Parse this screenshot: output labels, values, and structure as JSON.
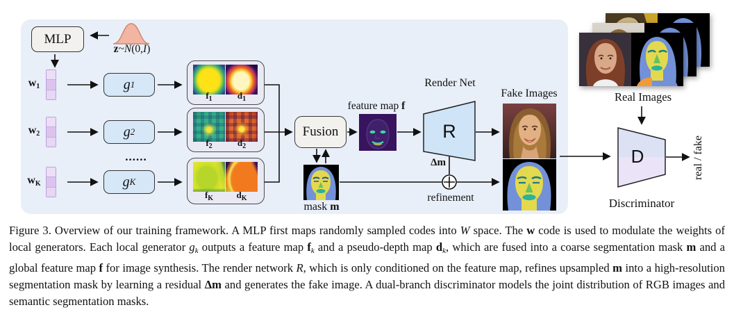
{
  "figure": {
    "mlp": "MLP",
    "z_dist": {
      "bold": "z",
      "tilde": "~",
      "dist": "N",
      "pre": "(0,",
      "ital": "I",
      "post": ")"
    },
    "dots": "......",
    "rows": [
      {
        "w_base": "w",
        "w_sub": "1",
        "g_base": "g",
        "g_sub": "1",
        "f_base": "f",
        "f_sub": "1",
        "d_base": "d",
        "d_sub": "1"
      },
      {
        "w_base": "w",
        "w_sub": "2",
        "g_base": "g",
        "g_sub": "2",
        "f_base": "f",
        "f_sub": "2",
        "d_base": "d",
        "d_sub": "2"
      },
      {
        "w_base": "w",
        "w_sub": "K",
        "g_base": "g",
        "g_sub": "K",
        "f_base": "f",
        "f_sub": "K",
        "d_base": "d",
        "d_sub": "K"
      }
    ],
    "fusion": "Fusion",
    "feature_map_label": {
      "text": "feature map ",
      "bold": "f"
    },
    "mask_label": {
      "text": "mask ",
      "bold": "m"
    },
    "render_net": "Render Net",
    "r_letter": "R",
    "delta_m": "Δm",
    "refinement": "refinement",
    "fake_images": "Fake Images",
    "real_images": "Real Images",
    "d_letter": "D",
    "discriminator": "Discriminator",
    "real_fake": "real / fake"
  },
  "caption": {
    "segments": [
      {
        "s": "r",
        "t": "Figure 3. Overview of our training framework. A MLP first maps randomly sampled codes into "
      },
      {
        "s": "i",
        "t": "W"
      },
      {
        "s": "r",
        "t": " space. The "
      },
      {
        "s": "b",
        "t": "w"
      },
      {
        "s": "r",
        "t": " code is used to modulate the weights of local generators. Each local generator "
      },
      {
        "s": "i",
        "t": "g"
      },
      {
        "s": "is",
        "t": "k"
      },
      {
        "s": "r",
        "t": " outputs a feature map "
      },
      {
        "s": "b",
        "t": "f"
      },
      {
        "s": "is",
        "t": "k"
      },
      {
        "s": "r",
        "t": " and a pseudo-depth map "
      },
      {
        "s": "b",
        "t": "d"
      },
      {
        "s": "is",
        "t": "k"
      },
      {
        "s": "r",
        "t": ", which are fused into a coarse segmentation mask "
      },
      {
        "s": "b",
        "t": "m"
      },
      {
        "s": "r",
        "t": " and a global feature map "
      },
      {
        "s": "b",
        "t": "f"
      },
      {
        "s": "r",
        "t": " for image synthesis. The render network "
      },
      {
        "s": "i",
        "t": "R"
      },
      {
        "s": "r",
        "t": ", which is only conditioned on the feature map, refines upsampled "
      },
      {
        "s": "b",
        "t": "m"
      },
      {
        "s": "r",
        "t": " into a high-resolution segmentation mask by learning a residual "
      },
      {
        "s": "b",
        "t": "Δm"
      },
      {
        "s": "r",
        "t": " and generates the fake image. A dual-branch discriminator models the joint distribution of RGB images and semantic segmentation masks."
      }
    ]
  },
  "colors": {
    "panel_bg": "#e9eff8",
    "box_gray": "#f2f1ee",
    "box_blue": "#d6e7f7",
    "trapezoid_blue": "#cfe4f6",
    "disc_top": "#dce1f4",
    "disc_bottom": "#ebe3f7",
    "gaussian_fill": "#f3b5a2",
    "gaussian_stroke": "#cd8a72",
    "mask_hair_blue": "#7291d8",
    "mask_face_yellow": "#e3d94e",
    "mask_nose_green": "#68c25c",
    "mask_lips_teal": "#28b39c",
    "mask_brow_teal": "#1b7a8c",
    "seg_shoulder_orange": "#f09a38",
    "arrow": "#111111"
  }
}
